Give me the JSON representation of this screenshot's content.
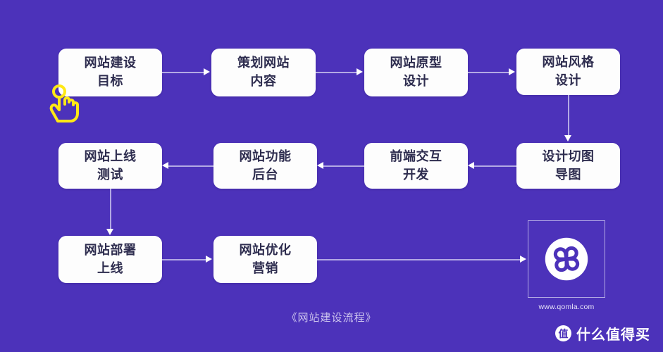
{
  "canvas": {
    "background_color": "#4c32ba",
    "node_fill": "#fdfdfd",
    "node_text_color": "#2e2d4f",
    "connector_color": "#b3a9e4",
    "arrow_color": "#ffffff",
    "cursor_color": "#ffe815"
  },
  "diagram": {
    "caption": "《网站建设流程》",
    "nodes": [
      {
        "id": "n1",
        "line1": "网站建设",
        "line2": "目标"
      },
      {
        "id": "n2",
        "line1": "策划网站",
        "line2": "内容"
      },
      {
        "id": "n3",
        "line1": "网站原型",
        "line2": "设计"
      },
      {
        "id": "n4",
        "line1": "网站风格",
        "line2": "设计"
      },
      {
        "id": "n5",
        "line1": "设计切图",
        "line2": "导图"
      },
      {
        "id": "n6",
        "line1": "前端交互",
        "line2": "开发"
      },
      {
        "id": "n7",
        "line1": "网站功能",
        "line2": "后台"
      },
      {
        "id": "n8",
        "line1": "网站上线",
        "line2": "测试"
      },
      {
        "id": "n9",
        "line1": "网站部署",
        "line2": "上线"
      },
      {
        "id": "n10",
        "line1": "网站优化",
        "line2": "营销"
      }
    ],
    "flow_order": [
      "n1",
      "n2",
      "n3",
      "n4",
      "n5",
      "n6",
      "n7",
      "n8",
      "n9",
      "n10",
      "logo"
    ]
  },
  "logo": {
    "url_label": "www.qomla.com",
    "mark_name": "qomla-clover-logo"
  },
  "watermark": {
    "badge": "值",
    "label": "什么值得买"
  }
}
